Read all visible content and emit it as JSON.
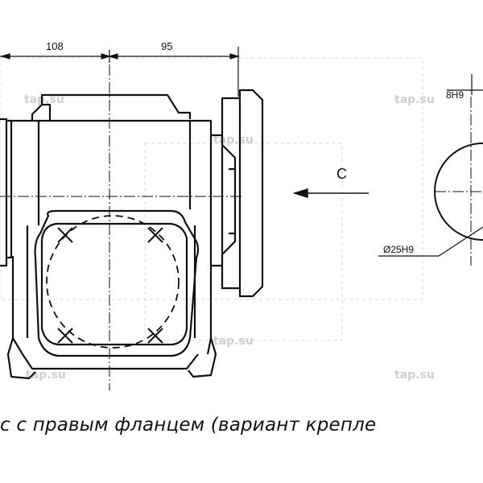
{
  "dimensions": {
    "left_width": "108",
    "right_width": "95",
    "keyway": "8H9",
    "bore": "Ø25H9"
  },
  "view_marker": "C",
  "watermark": "tap.su",
  "caption": "с с правым фланцем (вариант крепле"
}
